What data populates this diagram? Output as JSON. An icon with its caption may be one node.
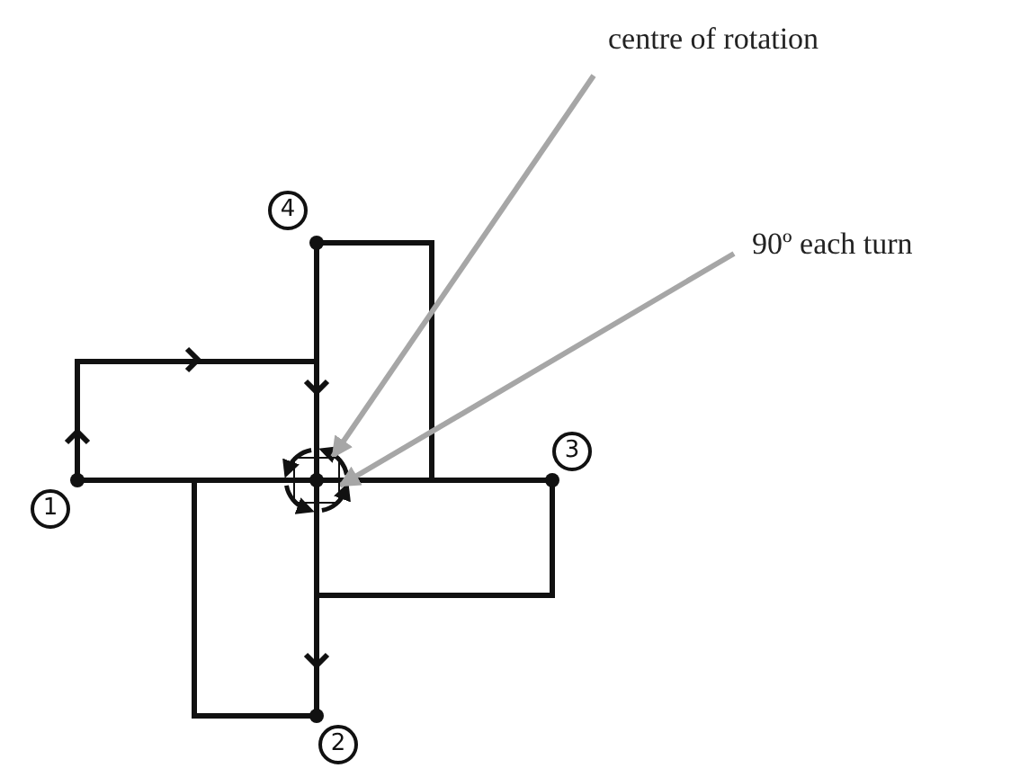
{
  "diagram": {
    "nodes": [
      {
        "text": [
          "centre of rotation"
        ]
      },
      {
        "text": [
          "4"
        ]
      },
      {
        "text": [
          "90º each turn"
        ]
      },
      {
        "text": [
          "3"
        ]
      },
      {
        "text": [
          "1"
        ]
      },
      {
        "text": [
          "2"
        ]
      },
      {
        "text": [],
        "shape": "box"
      }
    ],
    "edges": [
      {
        "from": 0,
        "to": 6,
        "arrow": "to",
        "color": "#a6a6a6"
      },
      {
        "from": 2,
        "to": 6,
        "arrow": "to",
        "color": "#a6a6a6"
      }
    ]
  }
}
